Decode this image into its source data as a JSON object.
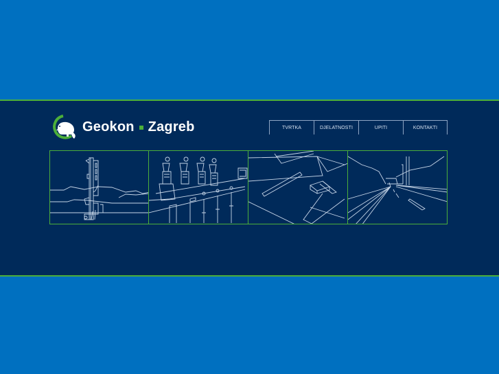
{
  "header": {
    "brand_left": "Geokon",
    "brand_right": "Zagreb",
    "brand_separator_color": "#4caf3a",
    "logo_icon": "beaver-icon"
  },
  "nav": {
    "items": [
      {
        "label": "TVRTKA"
      },
      {
        "label": "DJELATNOSTI"
      },
      {
        "label": "UPITI"
      },
      {
        "label": "KONTAKTI"
      }
    ]
  },
  "gallery": {
    "panels": [
      {
        "subject": "drilling-rig-illustration"
      },
      {
        "subject": "laboratory-equipment-illustration"
      },
      {
        "subject": "drafting-plans-illustration"
      },
      {
        "subject": "highway-tunnel-illustration"
      }
    ]
  },
  "colors": {
    "page_background": "#0070c0",
    "band_background": "#002a5a",
    "accent_green": "#4caf3a",
    "line_art": "#c8d6e8"
  }
}
